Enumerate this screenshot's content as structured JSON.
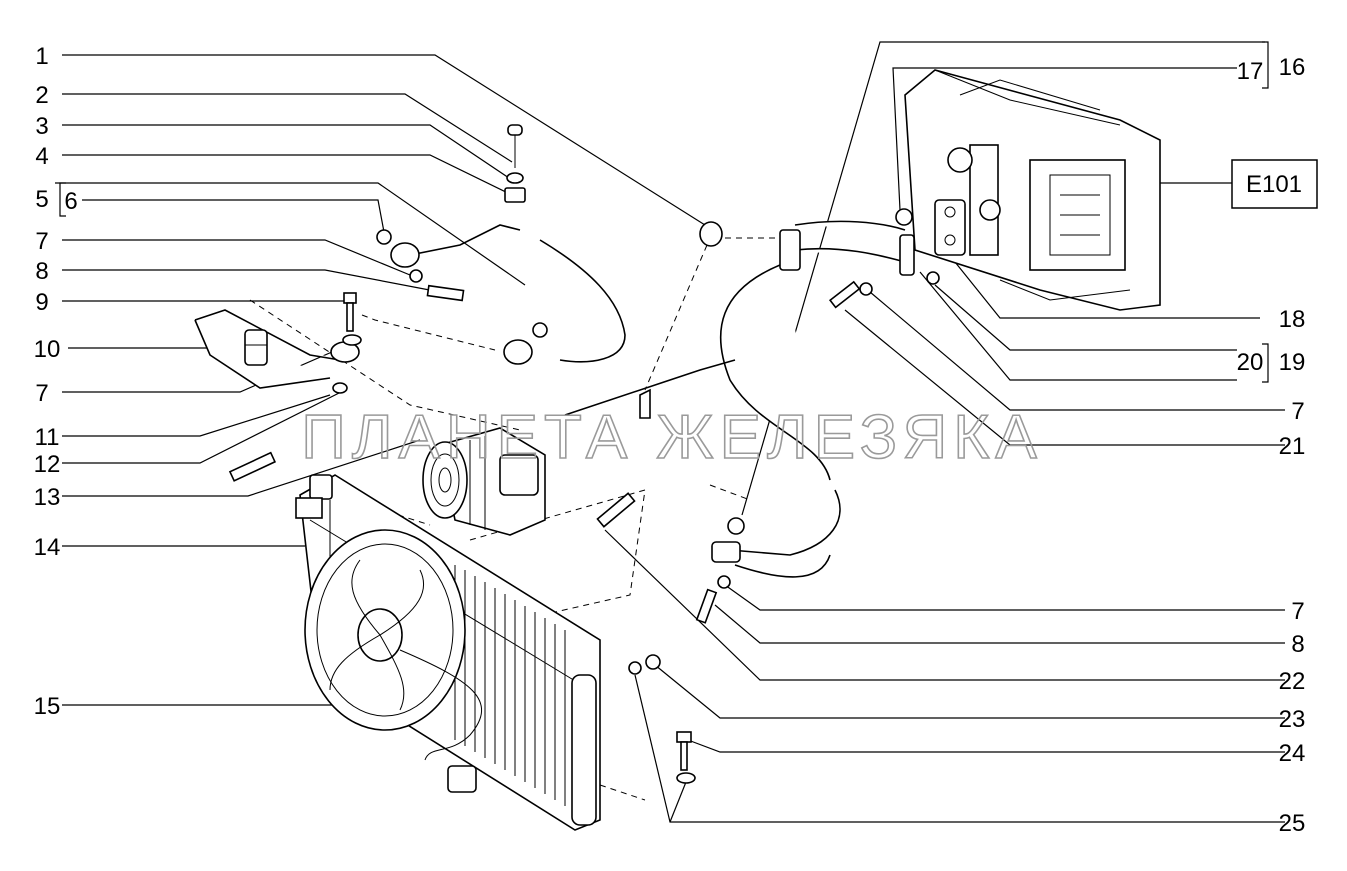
{
  "watermark": "ПЛАНЕТА ЖЕЛЕЗЯКА",
  "reference_box": "E101",
  "callouts_left": [
    "1",
    "2",
    "3",
    "4",
    "5",
    "6",
    "7",
    "8",
    "9",
    "10",
    "7",
    "11",
    "12",
    "13",
    "14",
    "15"
  ],
  "callouts_right": [
    "17",
    "16",
    "18",
    "20",
    "19",
    "7",
    "21",
    "7",
    "8",
    "22",
    "23",
    "24",
    "25"
  ]
}
